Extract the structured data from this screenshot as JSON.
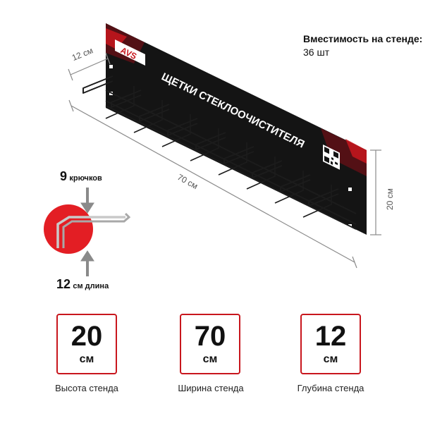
{
  "capacity": {
    "label": "Вместимость на стенде:",
    "value": "36 шт"
  },
  "sign": {
    "brand": "AVS",
    "title": "ЩЕТКИ СТЕКЛООЧИСТИТЕЛЯ"
  },
  "dimensions": {
    "depth_label": "12 см",
    "width_label": "70 см",
    "height_label": "20 см"
  },
  "hook": {
    "count_number": "9",
    "count_text": "крючков",
    "length_number": "12",
    "length_text": "см длина"
  },
  "specs": [
    {
      "value": "20",
      "unit": "см",
      "caption": "Высота стенда"
    },
    {
      "value": "70",
      "unit": "см",
      "caption": "Ширина стенда"
    },
    {
      "value": "12",
      "unit": "см",
      "caption": "Глубина стенда"
    }
  ],
  "colors": {
    "accent": "#c8161d",
    "sign_background": "#141414",
    "dimension_line": "#8a8a8a"
  },
  "icons": {
    "hook_badge": "hook-icon",
    "arrows": "arrow-icon",
    "qr": "qr-code-icon"
  }
}
